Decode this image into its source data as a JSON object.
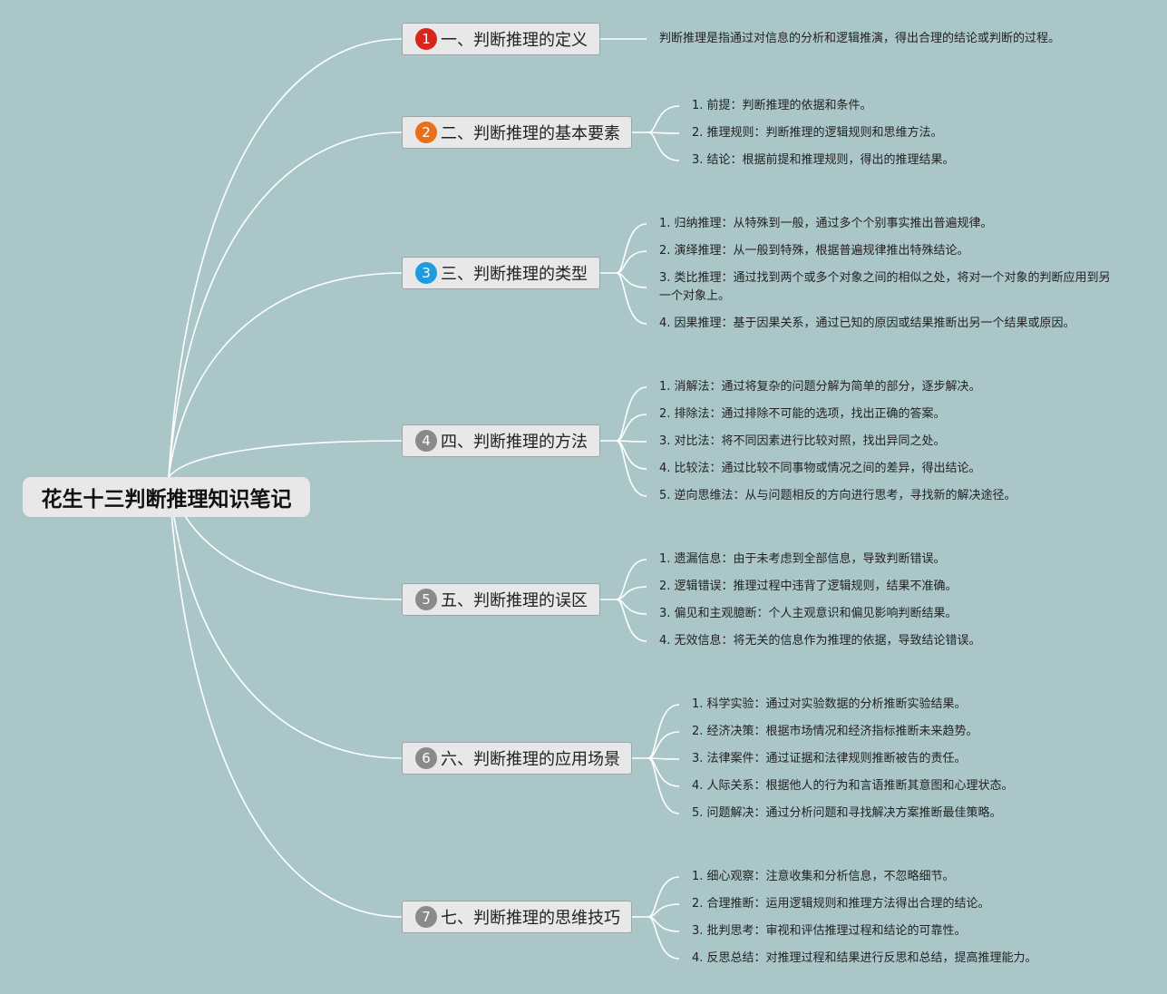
{
  "root": {
    "title": "花生十三判断推理知识笔记"
  },
  "colors": {
    "background": "#abc6c9",
    "line": "#ffffff",
    "badge_1": "#d9261c",
    "badge_2": "#ea6f1a",
    "badge_3": "#1f9be0",
    "badge_default": "#8a8a8a"
  },
  "branches": [
    {
      "num": "1",
      "title": "一、判断推理的定义",
      "items": [
        "判断推理是指通过对信息的分析和逻辑推演，得出合理的结论或判断的过程。"
      ]
    },
    {
      "num": "2",
      "title": "二、判断推理的基本要素",
      "items": [
        "1. 前提：判断推理的依据和条件。",
        "2. 推理规则：判断推理的逻辑规则和思维方法。",
        "3. 结论：根据前提和推理规则，得出的推理结果。"
      ]
    },
    {
      "num": "3",
      "title": "三、判断推理的类型",
      "items": [
        "1. 归纳推理：从特殊到一般，通过多个个别事实推出普遍规律。",
        "2. 演绎推理：从一般到特殊，根据普遍规律推出特殊结论。",
        "3. 类比推理：通过找到两个或多个对象之间的相似之处，将对一个对象的判断应用到另一个对象上。",
        "4. 因果推理：基于因果关系，通过已知的原因或结果推断出另一个结果或原因。"
      ]
    },
    {
      "num": "4",
      "title": "四、判断推理的方法",
      "items": [
        "1. 消解法：通过将复杂的问题分解为简单的部分，逐步解决。",
        "2. 排除法：通过排除不可能的选项，找出正确的答案。",
        "3. 对比法：将不同因素进行比较对照，找出异同之处。",
        "4. 比较法：通过比较不同事物或情况之间的差异，得出结论。",
        "5. 逆向思维法：从与问题相反的方向进行思考，寻找新的解决途径。"
      ]
    },
    {
      "num": "5",
      "title": "五、判断推理的误区",
      "items": [
        "1. 遗漏信息：由于未考虑到全部信息，导致判断错误。",
        "2. 逻辑错误：推理过程中违背了逻辑规则，结果不准确。",
        "3. 偏见和主观臆断：个人主观意识和偏见影响判断结果。",
        "4. 无效信息：将无关的信息作为推理的依据，导致结论错误。"
      ]
    },
    {
      "num": "6",
      "title": "六、判断推理的应用场景",
      "items": [
        "1. 科学实验：通过对实验数据的分析推断实验结果。",
        "2. 经济决策：根据市场情况和经济指标推断未来趋势。",
        "3. 法律案件：通过证据和法律规则推断被告的责任。",
        "4. 人际关系：根据他人的行为和言语推断其意图和心理状态。",
        "5. 问题解决：通过分析问题和寻找解决方案推断最佳策略。"
      ]
    },
    {
      "num": "7",
      "title": "七、判断推理的思维技巧",
      "items": [
        "1. 细心观察：注意收集和分析信息，不忽略细节。",
        "2. 合理推断：运用逻辑规则和推理方法得出合理的结论。",
        "3. 批判思考：审视和评估推理过程和结论的可靠性。",
        "4. 反思总结：对推理过程和结果进行反思和总结，提高推理能力。"
      ]
    }
  ]
}
